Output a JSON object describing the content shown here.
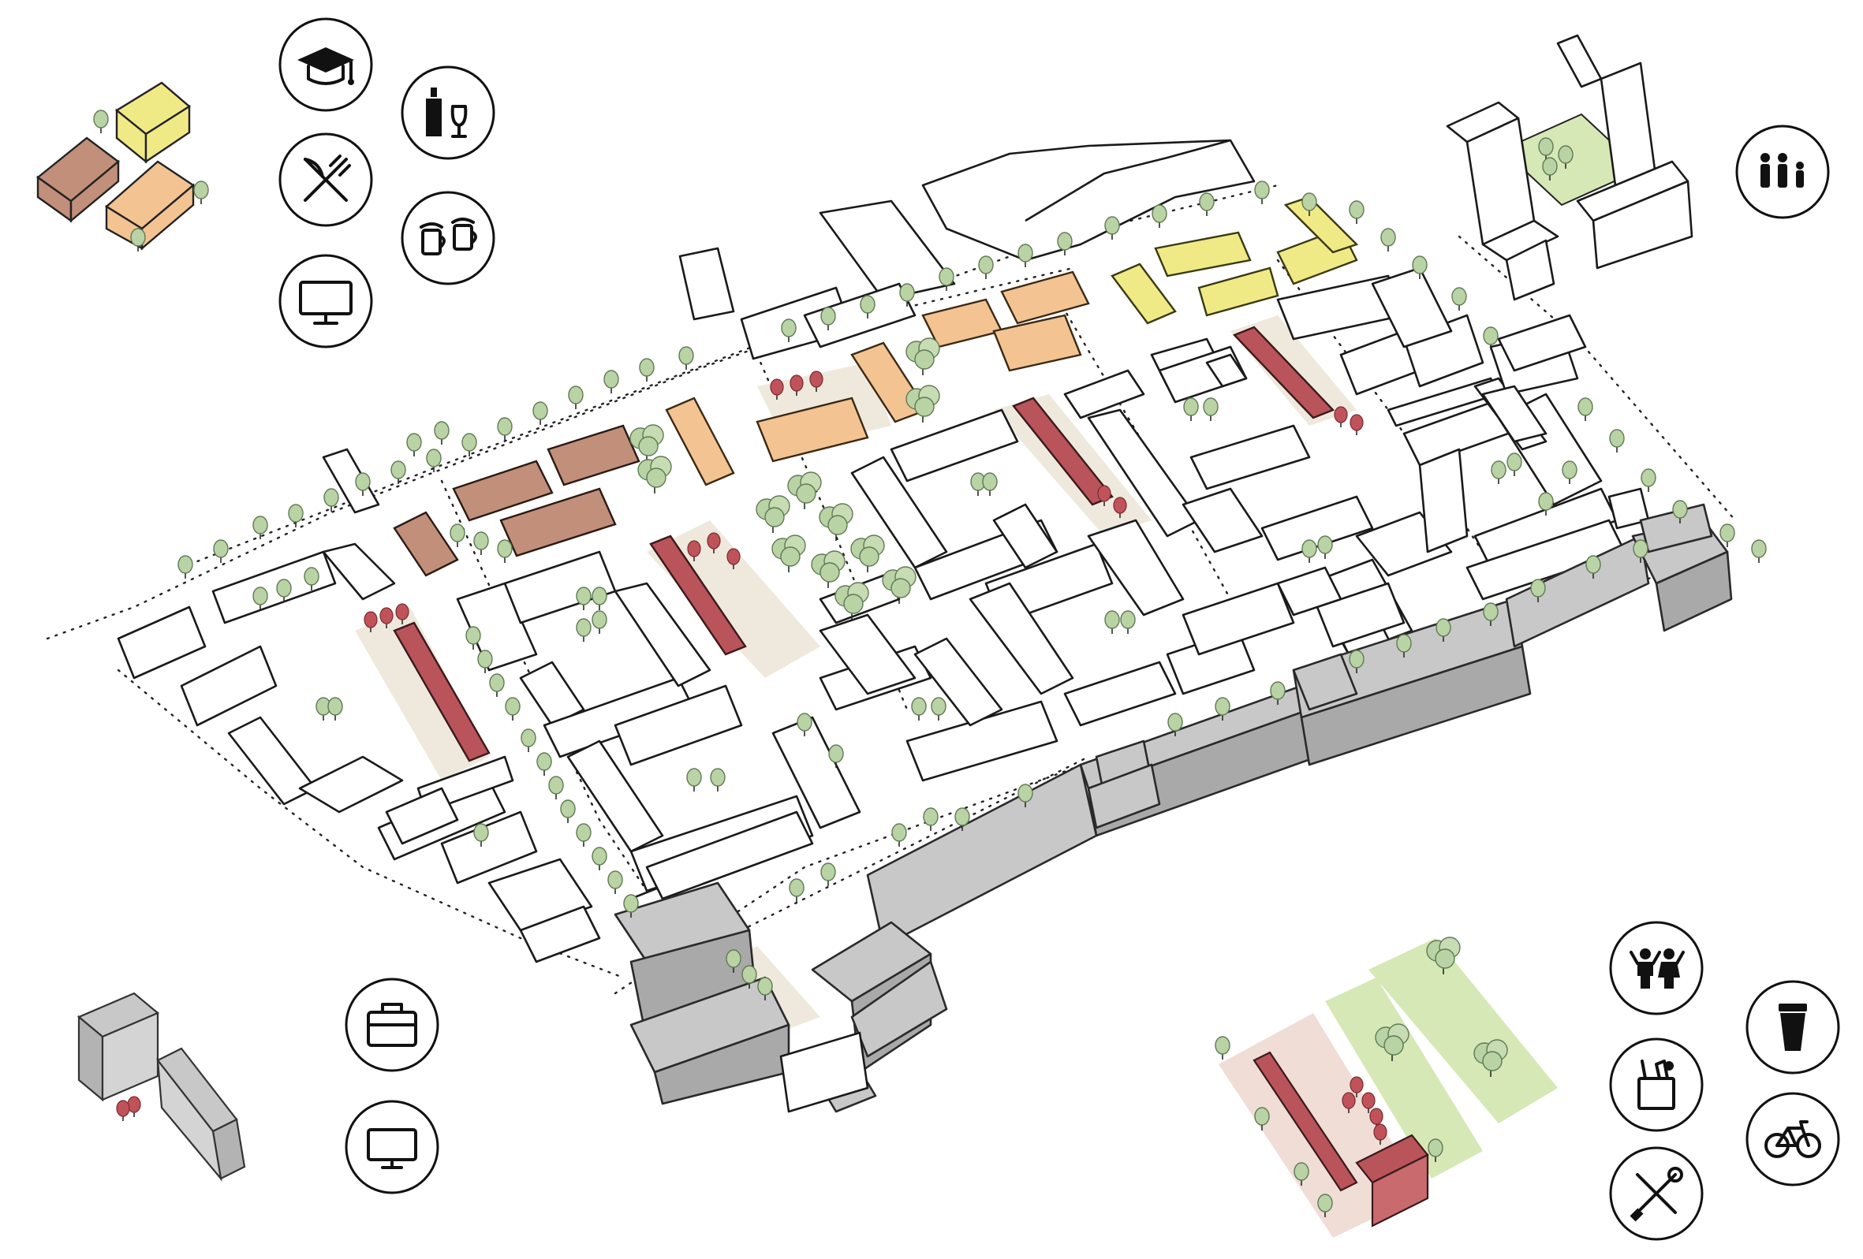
{
  "colors": {
    "background": "#ffffff",
    "outline": "#1a1a1a",
    "tree_green": "#b9d3a4",
    "tree_green_dark": "#93b784",
    "red_roof": "#b9545a",
    "red_roof_light": "#d98c8e",
    "brown_roof": "#c18f7a",
    "orange_roof": "#f3c392",
    "yellow_roof": "#f0ea86",
    "grey_wall": "#c8c8c8",
    "plaza": "#efe9dd",
    "park_green": "#d6e8b5",
    "pink_plaza": "#f0ddd6"
  },
  "icons_top_left": [
    "graduation-cap-icon",
    "wine-bottle-glass-icon",
    "fork-knife-icon",
    "beer-mugs-icon",
    "monitor-icon"
  ],
  "icons_top_right": [
    "family-icon"
  ],
  "icons_bottom_left": [
    "briefcase-icon",
    "monitor-icon"
  ],
  "icons_bottom_right": [
    "children-icon",
    "takeaway-cup-icon",
    "grocery-bag-icon",
    "bicycle-icon",
    "wrench-screwdriver-icon"
  ],
  "vignettes": [
    "pitched-roof-houses-vignette",
    "courtyard-block-vignette",
    "tower-slab-vignette",
    "park-market-vignette"
  ]
}
